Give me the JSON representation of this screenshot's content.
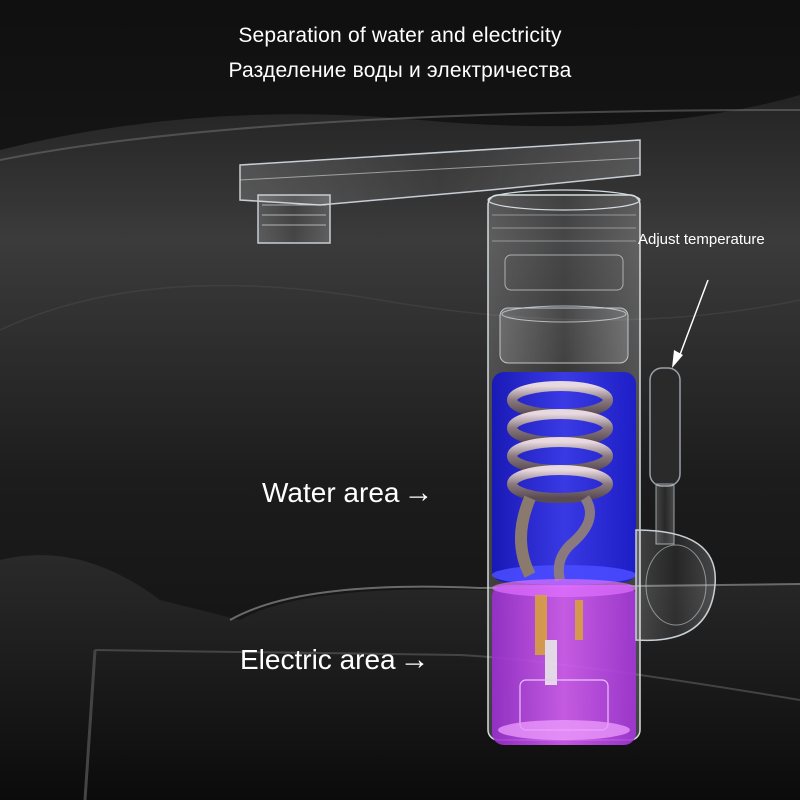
{
  "title_en": "Separation of water and electricity",
  "title_ru": "Разделение воды и электричества",
  "labels": {
    "water_area": "Water area",
    "electric_area": "Electric area",
    "adjust_temperature": "Adjust temperature"
  },
  "arrow_glyph": "→",
  "colors": {
    "water_zone": "#2a2ae8",
    "electric_zone": "#c040e0",
    "background": "#1a1a1a",
    "text": "#ffffff"
  },
  "icons": {
    "zone_pointer": "right-arrow-icon",
    "knob_pointer": "pointer-arrow-icon"
  }
}
